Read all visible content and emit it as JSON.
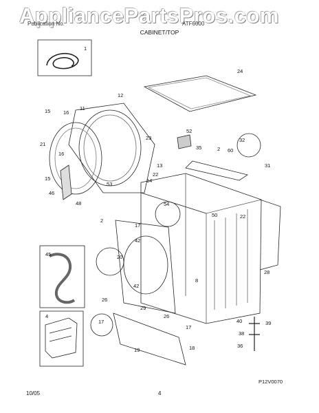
{
  "watermark": "AppliancePartsPros.com",
  "header": {
    "left": "Publication No.",
    "right": "ATF6000",
    "subtitle": "CABINET/TOP"
  },
  "footer": {
    "date": "10/05",
    "page": "4"
  },
  "drawing_code": "P12V0070",
  "part_numbers": [
    "1",
    "2",
    "4",
    "8",
    "11",
    "12",
    "13",
    "14",
    "15",
    "16",
    "17",
    "18",
    "19",
    "20",
    "21",
    "22",
    "23",
    "24",
    "26",
    "28",
    "29",
    "31",
    "32",
    "35",
    "36",
    "38",
    "39",
    "40",
    "42",
    "45",
    "46",
    "48",
    "50",
    "52",
    "53",
    "54",
    "60"
  ]
}
